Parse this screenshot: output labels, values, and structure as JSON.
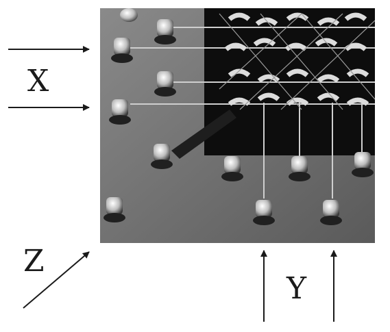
{
  "figure": {
    "axis_labels": {
      "x": "X",
      "y": "Y",
      "z": "Z"
    },
    "photo": {
      "subject": "core-memory-plane-photo",
      "icon": "core-memory-plane"
    },
    "colors": {
      "arrow": "#1a1a1a",
      "photo_dark": "#0d0d0d",
      "photo_board": "#6e6e6e",
      "ferrite_ring": "#dcdcdc"
    }
  }
}
